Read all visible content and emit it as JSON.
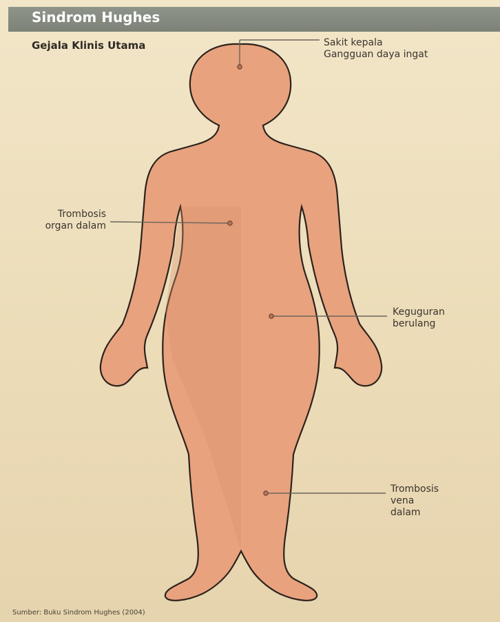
{
  "header": {
    "title": "Sindrom Hughes",
    "subtitle": "Gejala Klinis Utama"
  },
  "callouts": {
    "head": [
      "Sakit kepala",
      "Gangguan daya ingat"
    ],
    "organ": [
      "Trombosis",
      "organ dalam"
    ],
    "miscarriage": [
      "Keguguran",
      "berulang"
    ],
    "vein": [
      "Trombosis",
      "vena",
      "dalam"
    ]
  },
  "footer": {
    "source": "Sumber: Buku Sindrom Hughes (2004)"
  },
  "colors": {
    "title_bar": "#7f857a",
    "body_fill": "#e8a27e",
    "body_stroke": "#2b221c",
    "leader_line": "#6b645c",
    "marker_dot": "#b8745a"
  }
}
